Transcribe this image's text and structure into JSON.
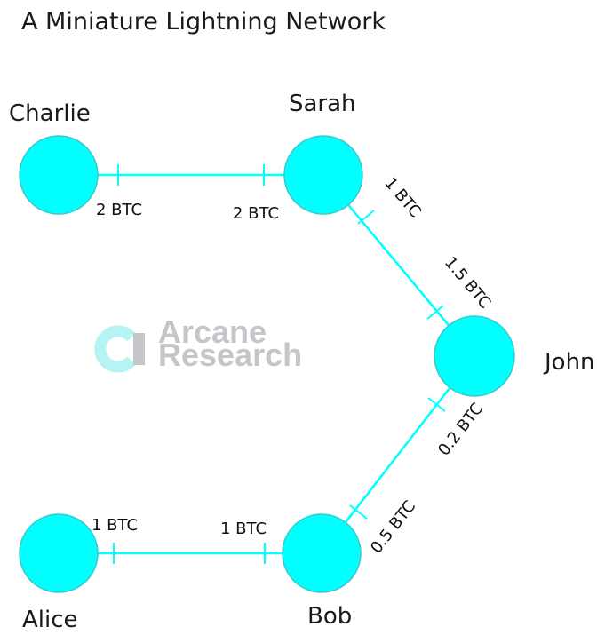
{
  "title": "A Miniature Lightning Network",
  "colors": {
    "node_fill": "#00ffff",
    "node_stroke": "#3cc9c9",
    "channel": "#00ffff",
    "watermark_gray": "#c4c6ca",
    "watermark_teal": "#b6f3f3"
  },
  "watermark": {
    "line1": "Arcane",
    "line2": "Research"
  },
  "nodes": [
    {
      "id": "charlie",
      "name": "Charlie"
    },
    {
      "id": "sarah",
      "name": "Sarah"
    },
    {
      "id": "john",
      "name": "John"
    },
    {
      "id": "alice",
      "name": "Alice"
    },
    {
      "id": "bob",
      "name": "Bob"
    }
  ],
  "channels": [
    {
      "id": "charlie-sarah",
      "from": "charlie",
      "to": "sarah",
      "from_balance": "2 BTC",
      "to_balance": "2 BTC"
    },
    {
      "id": "sarah-john",
      "from": "sarah",
      "to": "john",
      "from_balance": "1 BTC",
      "to_balance": "1.5 BTC"
    },
    {
      "id": "john-bob",
      "from": "john",
      "to": "bob",
      "from_balance": "0.2 BTC",
      "to_balance": "0.5 BTC"
    },
    {
      "id": "alice-bob",
      "from": "alice",
      "to": "bob",
      "from_balance": "1 BTC",
      "to_balance": "1 BTC"
    }
  ]
}
